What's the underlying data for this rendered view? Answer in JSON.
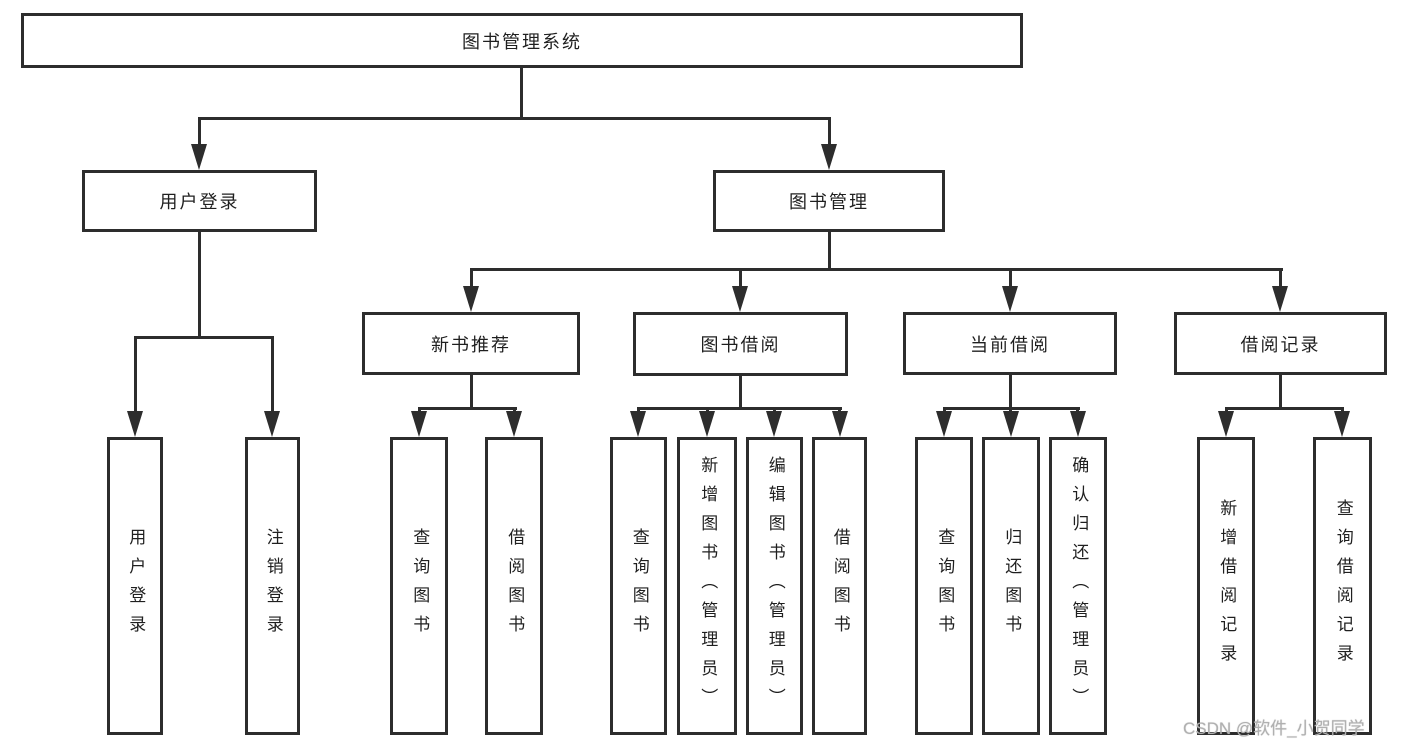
{
  "root": {
    "label": "图书管理系统"
  },
  "login": {
    "label": "用户登录",
    "children": [
      {
        "label": "用户登录"
      },
      {
        "label": "注销登录"
      }
    ]
  },
  "management": {
    "label": "图书管理",
    "sections": [
      {
        "label": "新书推荐",
        "children": [
          {
            "label": "查询图书"
          },
          {
            "label": "借阅图书"
          }
        ]
      },
      {
        "label": "图书借阅",
        "children": [
          {
            "label": "查询图书"
          },
          {
            "label": "新增图书（管理员）"
          },
          {
            "label": "编辑图书（管理员）"
          },
          {
            "label": "借阅图书"
          }
        ]
      },
      {
        "label": "当前借阅",
        "children": [
          {
            "label": "查询图书"
          },
          {
            "label": "归还图书"
          },
          {
            "label": "确认归还（管理员）"
          }
        ]
      },
      {
        "label": "借阅记录",
        "children": [
          {
            "label": "新增借阅记录"
          },
          {
            "label": "查询借阅记录"
          }
        ]
      }
    ]
  },
  "watermark": {
    "text": "CSDN @软件_小贺同学"
  },
  "colors": {
    "line": "#2d2d2d",
    "text": "#1f1f1f",
    "watermark": "#b0b0b0",
    "background": "#ffffff"
  }
}
